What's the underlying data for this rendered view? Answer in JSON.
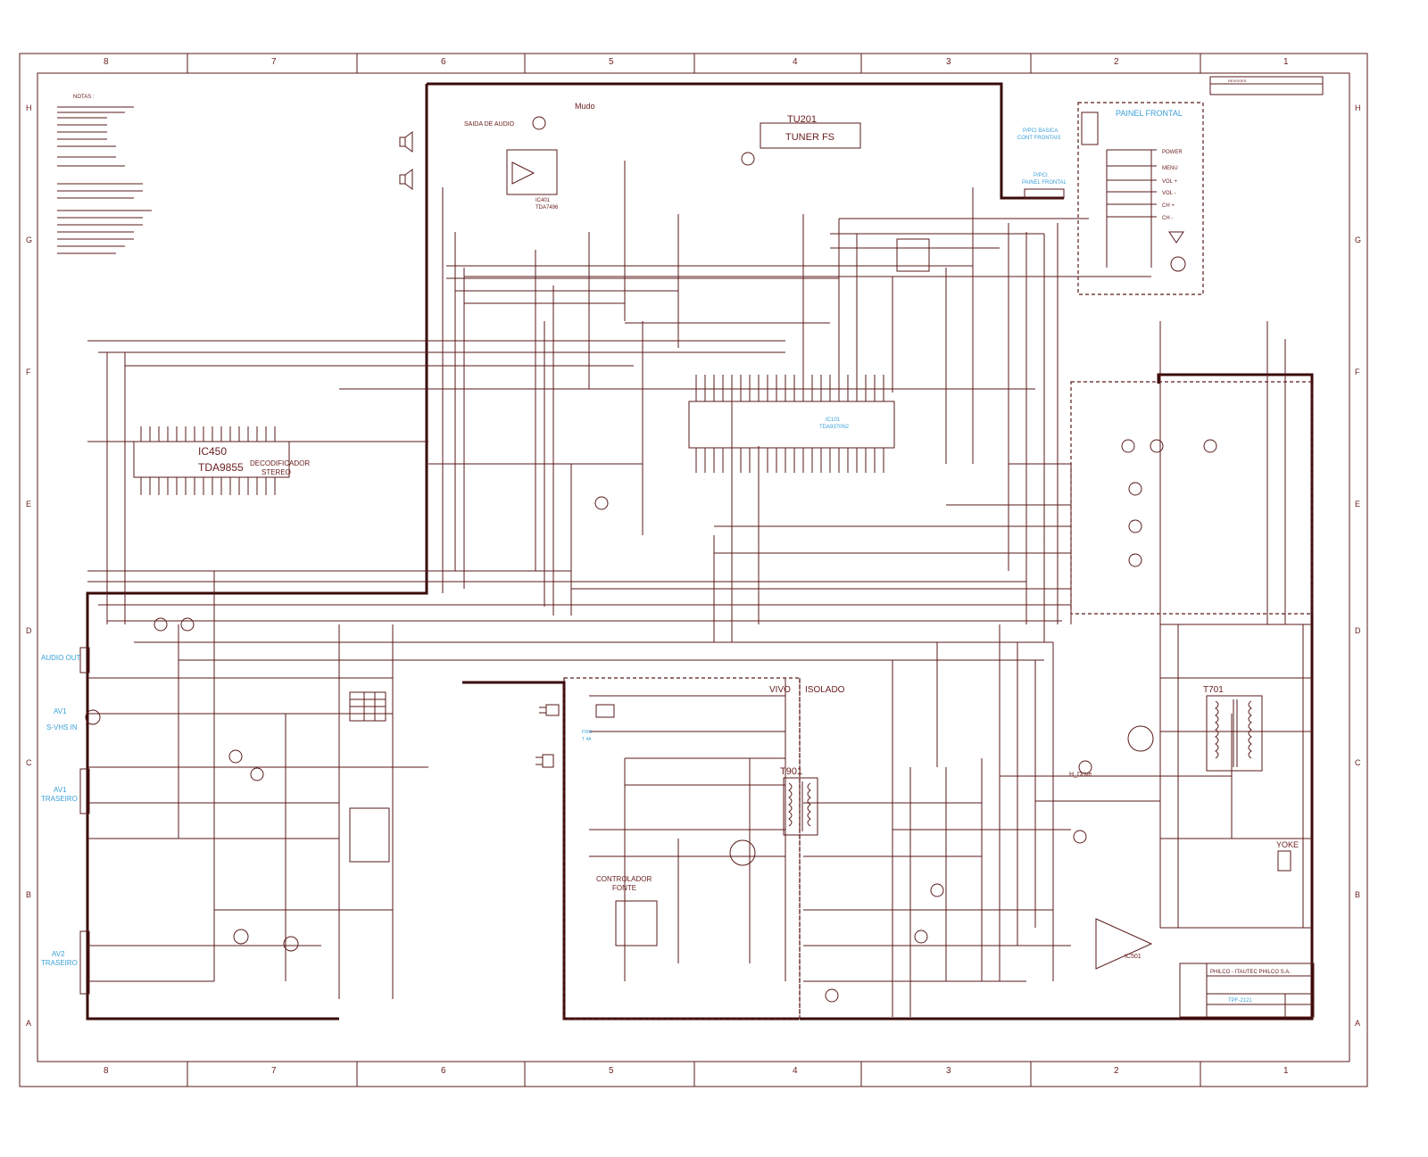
{
  "border": {
    "column_numbers": [
      "8",
      "7",
      "6",
      "5",
      "4",
      "3",
      "2",
      "1"
    ],
    "row_letters": [
      "H",
      "G",
      "F",
      "E",
      "D",
      "C",
      "B",
      "A"
    ]
  },
  "notes": {
    "heading": "NOTAS :"
  },
  "blocks": {
    "tuner_ref": "TU201",
    "tuner_name": "TUNER FS",
    "audio_out_title": "SAIDA DE AUDIO",
    "mute_label": "Mudo",
    "audio_ic": "IC401",
    "audio_ic_part": "TDA7496",
    "decoder_ic": "IC450",
    "decoder_part": "TDA9855",
    "decoder_desc_1": "DECODIFICADOR",
    "decoder_desc_2": "STEREO",
    "main_ic": "IC101",
    "main_ic_part": "TDA9370N2",
    "live_label": "VIVO",
    "isolated_label": "ISOLADO",
    "psu_transformer": "T901",
    "psu_controller_1": "CONTROLADOR",
    "psu_controller_2": "FONTE",
    "flyback": "T701",
    "vertical_ic": "IC501",
    "yoke": "YOKE",
    "front_panel": "PAINEL FRONTAL",
    "conn_basic_1": "P/PCI BASICA",
    "conn_basic_2": "CONT FRONTAIS",
    "conn_panel_1": "P/PCI",
    "conn_panel_2": "PAINEL FRONTAL",
    "power_label": "POWER",
    "menu_label": "MENU",
    "vol_plus": "VOL +",
    "vol_minus": "VOL -",
    "ch_plus": "CH +",
    "ch_minus": "CH -",
    "h_drive": "H_Drive",
    "fuse": "F901",
    "fuse_rating": "T 4A"
  },
  "jacks": {
    "audio_out": "AUDIO OUT",
    "av1": "AV1",
    "svhs_in": "S-VHS IN",
    "av1_rear_1": "AV1",
    "av1_rear_2": "TRASEIRO",
    "av2_rear_1": "AV2",
    "av2_rear_2": "TRASEIRO"
  },
  "title_block": {
    "company": "PHILCO - ITAUTEC PHILCO S.A.",
    "model": "TPF-2121",
    "revisions": "REVISOES"
  },
  "colors": {
    "ink": "#5a1a1a",
    "ink_heavy": "#3a0a0a",
    "label": "#6b2020",
    "accent_blue": "#3aa0d8",
    "background": "#ffffff"
  }
}
